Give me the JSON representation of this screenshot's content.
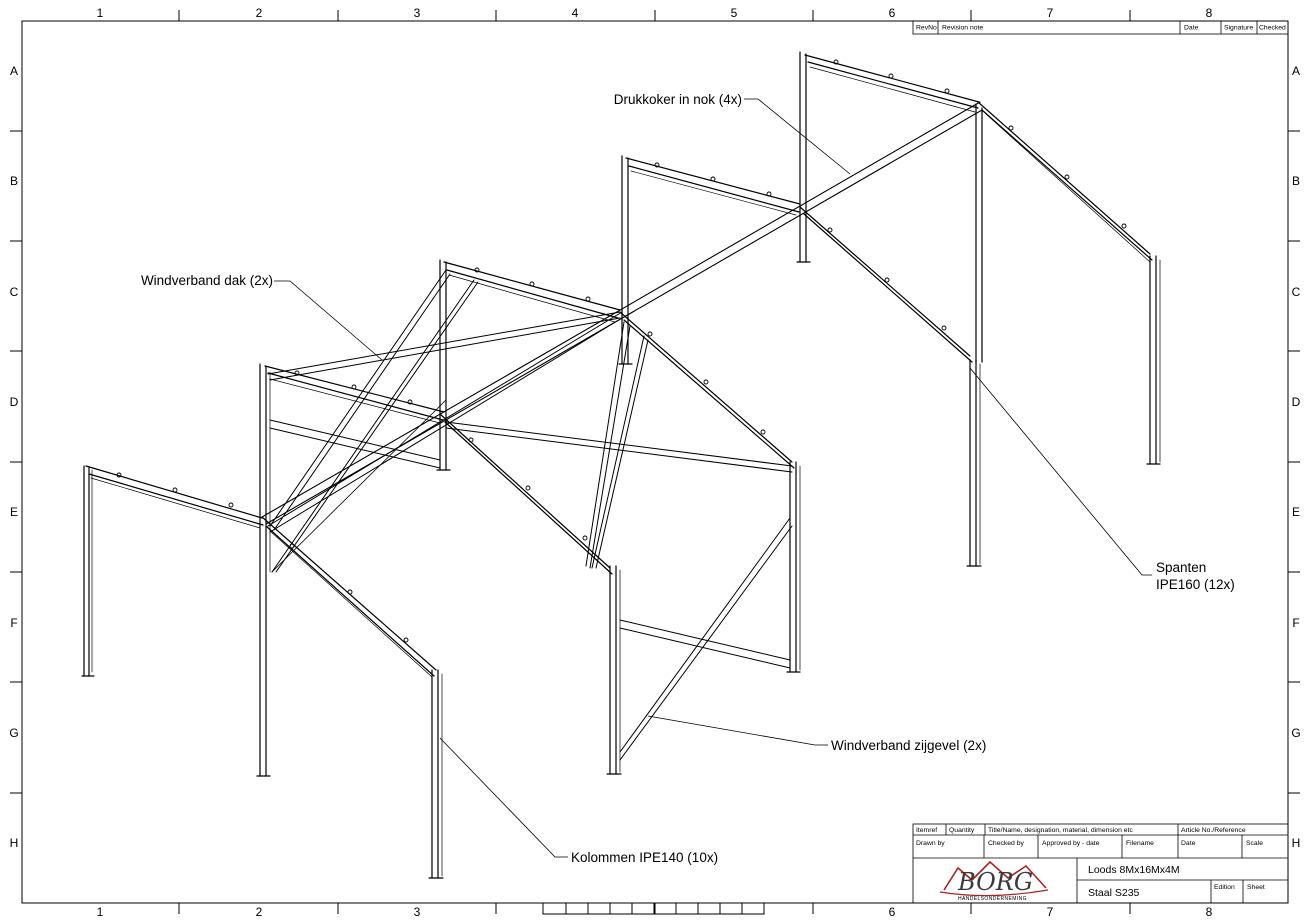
{
  "drawing": {
    "labels": {
      "drukkoker": "Drukkoker in nok (4x)",
      "windverband_dak": "Windverband dak (2x)",
      "spanten_1": "Spanten",
      "spanten_2": "IPE160 (12x)",
      "windverband_zijgevel": "Windverband zijgevel (2x)",
      "kolommen": "Kolommen IPE140 (10x)"
    }
  },
  "frame": {
    "columns": [
      "1",
      "2",
      "3",
      "4",
      "5",
      "6",
      "7",
      "8"
    ],
    "rows": [
      "A",
      "B",
      "C",
      "D",
      "E",
      "F",
      "G",
      "H"
    ]
  },
  "revision_table": {
    "headers": {
      "revno": "RevNo",
      "note": "Revision note",
      "date": "Date",
      "signature": "Signature",
      "checked": "Checked"
    }
  },
  "title_block": {
    "headers": {
      "itemref": "Itemref",
      "quantity": "Quantity",
      "title": "Title/Name, designation, material, dimension etc",
      "article": "Article No./Reference",
      "drawn_by": "Drawn by",
      "checked_by": "Checked by",
      "approved_by": "Approved by - date",
      "filename": "Filename",
      "date": "Date",
      "scale": "Scale",
      "edition": "Edition",
      "sheet": "Sheet"
    },
    "title": "Loods 8Mx16Mx4M",
    "material": "Staal S235",
    "logo_text": "BORG",
    "logo_subtext": "HANDELSONDERNEMING"
  },
  "colors": {
    "line": "#000000",
    "background": "#ffffff",
    "logo_red": "#a32626"
  }
}
